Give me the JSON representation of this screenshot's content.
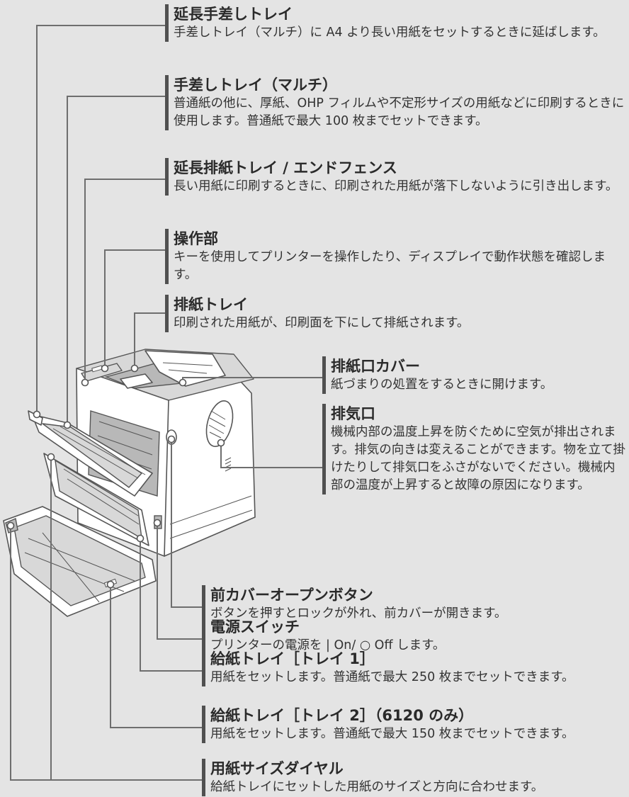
{
  "callouts": [
    {
      "id": "extension-manual-tray",
      "title": "延長手差しトレイ",
      "desc": "手差しトレイ（マルチ）に A4 より長い用紙をセットするときに延ばします。"
    },
    {
      "id": "manual-tray",
      "title": "手差しトレイ（マルチ）",
      "desc": "普通紙の他に、厚紙、OHP フィルムや不定形サイズの用紙などに印刷するときに使用します。普通紙で最大 100 枚までセットできます。"
    },
    {
      "id": "extension-output-tray",
      "title": "延長排紙トレイ / エンドフェンス",
      "desc": "長い用紙に印刷するときに、印刷された用紙が落下しないように引き出します。"
    },
    {
      "id": "control-panel",
      "title": "操作部",
      "desc": "キーを使用してプリンターを操作したり、ディスプレイで動作状態を確認します。"
    },
    {
      "id": "output-tray",
      "title": "排紙トレイ",
      "desc": "印刷された用紙が、印刷面を下にして排紙されます。"
    },
    {
      "id": "output-cover",
      "title": "排紙口カバー",
      "desc": "紙づまりの処置をするときに開けます。"
    },
    {
      "id": "exhaust-vent",
      "title": "排気口",
      "desc": "機械内部の温度上昇を防ぐために空気が排出されます。排気の向きは変えることができます。物を立て掛けたりして排気口をふさがないでください。機械内部の温度が上昇すると故障の原因になります。"
    },
    {
      "id": "front-cover-button",
      "title": "前カバーオープンボタン",
      "desc": "ボタンを押すとロックが外れ、前カバーが開きます。"
    },
    {
      "id": "power-switch",
      "title": "電源スイッチ",
      "desc": "プリンターの電源を | On/ ○ Off します。"
    },
    {
      "id": "paper-tray-1",
      "title": "給紙トレイ［トレイ 1］",
      "desc": "用紙をセットします。普通紙で最大 250 枚までセットできます。"
    },
    {
      "id": "paper-tray-2",
      "title": "給紙トレイ［トレイ 2］（6120 のみ）",
      "desc": "用紙をセットします。普通紙で最大 150 枚までセットできます。"
    },
    {
      "id": "paper-size-dial",
      "title": "用紙サイズダイヤル",
      "desc": "給紙トレイにセットした用紙のサイズと方向に合わせます。"
    }
  ]
}
